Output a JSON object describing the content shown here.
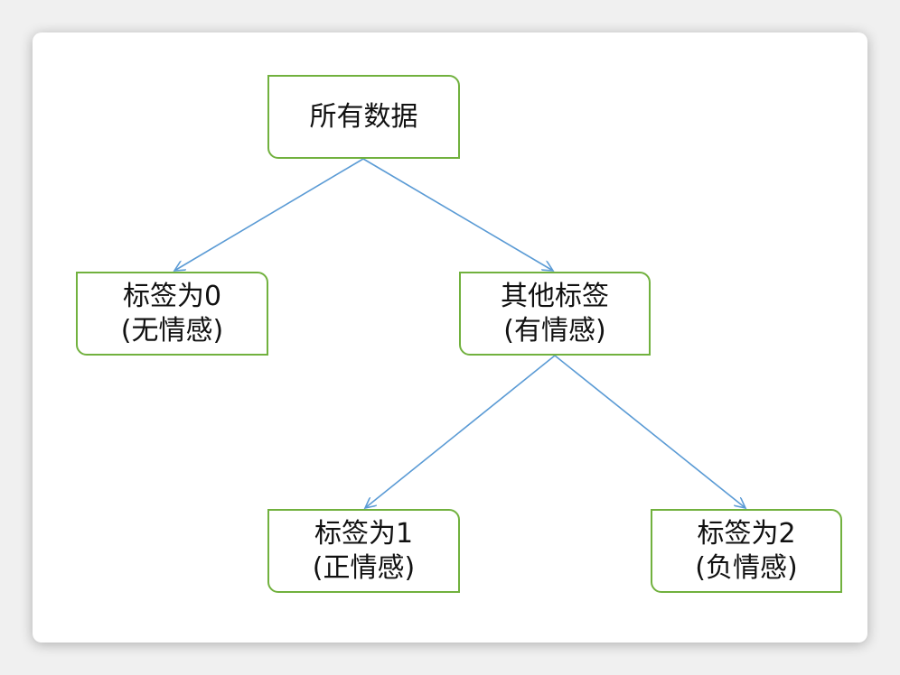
{
  "colors": {
    "node_border": "#71b13e",
    "edge": "#5b9bd5",
    "text": "#111111",
    "background": "#ffffff"
  },
  "nodes": {
    "root": {
      "line1": "所有数据"
    },
    "label0": {
      "line1": "标签为0",
      "line2": "(无情感)"
    },
    "other": {
      "line1": "其他标签",
      "line2": "(有情感)"
    },
    "label1": {
      "line1": "标签为1",
      "line2": "(正情感)"
    },
    "label2": {
      "line1": "标签为2",
      "line2": "(负情感)"
    }
  }
}
